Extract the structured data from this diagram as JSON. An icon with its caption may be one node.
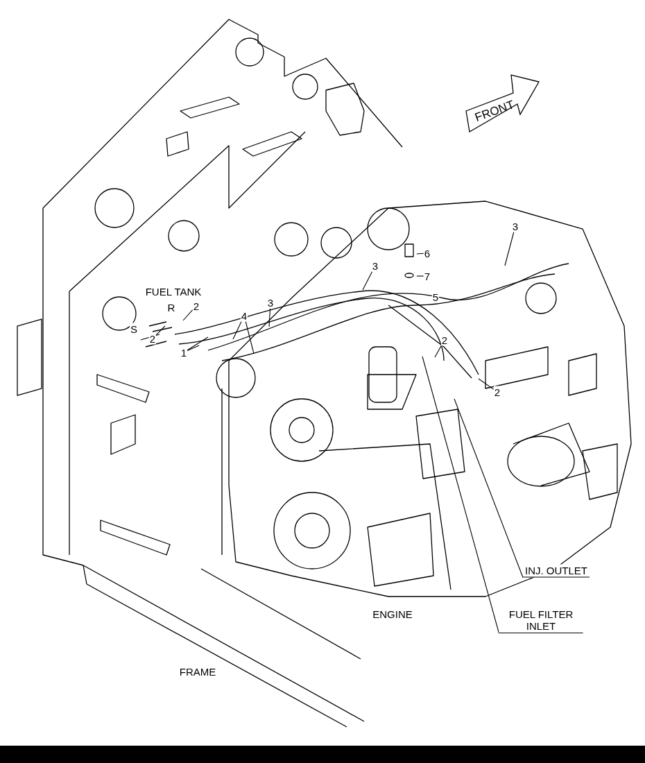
{
  "diagram": {
    "nodes": [
      {
        "text": [
          "3"
        ]
      },
      {
        "text": [
          "6"
        ]
      },
      {
        "text": [
          "3"
        ]
      },
      {
        "text": [
          "7"
        ]
      },
      {
        "text": [
          "2"
        ]
      },
      {
        "text": [
          "3"
        ]
      },
      {
        "text": [
          "4"
        ]
      },
      {
        "text": [
          "2"
        ]
      },
      {
        "text": [
          "2"
        ]
      },
      {
        "text": [
          "1"
        ]
      },
      {
        "text": [
          "2"
        ]
      },
      {
        "text": [
          "INJ. OUTLET"
        ]
      },
      {
        "text": [
          "FUEL FILTER INLET"
        ]
      },
      {
        "text": [
          "R"
        ]
      },
      {
        "text": [
          "S"
        ]
      }
    ],
    "edges": [
      {
        "from": 0,
        "to": null,
        "arrow": "none"
      },
      {
        "from": 1,
        "to": null,
        "arrow": "none"
      },
      {
        "from": 2,
        "to": null,
        "arrow": "none"
      },
      {
        "from": 3,
        "to": null,
        "arrow": "none"
      },
      {
        "from": 4,
        "to": null,
        "arrow": "none"
      },
      {
        "from": 5,
        "to": null,
        "arrow": "none"
      },
      {
        "from": 6,
        "to": null,
        "arrow": "none"
      },
      {
        "from": 6,
        "to": null,
        "arrow": "none"
      },
      {
        "from": 7,
        "to": null,
        "arrow": "none"
      },
      {
        "from": 8,
        "to": null,
        "arrow": "none"
      },
      {
        "from": 9,
        "to": null,
        "arrow": "none"
      },
      {
        "from": 9,
        "to": null,
        "arrow": "none"
      },
      {
        "from": 10,
        "to": null,
        "arrow": "none"
      },
      {
        "from": 11,
        "to": null,
        "arrow": "none"
      },
      {
        "from": 12,
        "to": null,
        "arrow": "none"
      }
    ],
    "labels": [
      "FRONT",
      "FUEL TANK",
      "5",
      "ENGINE",
      "FRAME"
    ]
  }
}
